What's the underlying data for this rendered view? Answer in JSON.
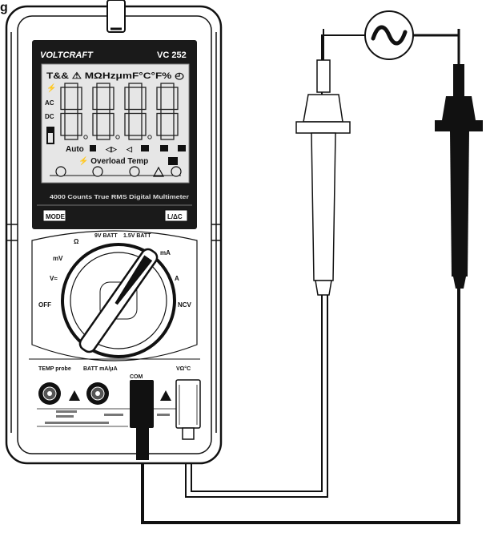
{
  "header": {
    "brand": "VOLTCRAFT",
    "model": "VC 252"
  },
  "lcd": {
    "top_row": "T&& ⚠ MΩHzμmF°C°F% ◴",
    "mode_row": "Auto",
    "lower_row": "⚡ Overload Temp",
    "digits": "8.8.8.8"
  },
  "front_caption": "4000 Counts True RMS Digital Multimeter",
  "buttons": {
    "left": "MODE",
    "right": "L/ΔC"
  },
  "dial": {
    "labels": [
      "OFF",
      "V≈",
      "mV",
      "Ω",
      "9V BATT",
      "1.5V BATT",
      "mA",
      "A",
      "NCV"
    ]
  },
  "jacks": {
    "temp": "TEMP probe",
    "batt": "BATT mA/μA",
    "com": "COM",
    "v": "VΩ°C"
  },
  "signal": {
    "symbol": "~"
  },
  "icons": {
    "ac-source": "sine-wave-icon",
    "warning": "warning-triangle-icon"
  }
}
